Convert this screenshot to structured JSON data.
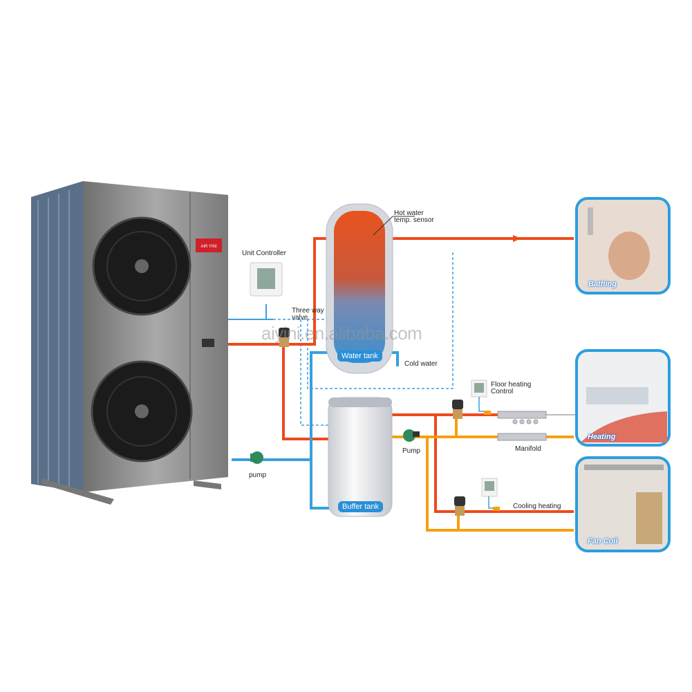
{
  "unit": {
    "brand": "AIR YINI"
  },
  "labels": {
    "unit_controller": "Unit Controller",
    "three_way_valve": "Three way valve",
    "hot_water_sensor": "Hot water temp. sensor",
    "water_tank": "Water tank",
    "cold_water": "Cold water",
    "buffer_tank": "Buffer tank",
    "pump_left": "pump",
    "pump_right": "Pump",
    "floor_heating_control": "Floor heating Control",
    "manifold": "Manifold",
    "cooling_heating": "Cooling heating"
  },
  "photos": {
    "bathing": "Bathing",
    "heating": "Heating",
    "fan_coil": "Fan Coil"
  },
  "watermark": "aiyini.en.alibaba.com",
  "colors": {
    "hot": "#ee4a1c",
    "warm": "#f5a00f",
    "cold": "#3aa0dd",
    "frame": "#2a9ee0"
  }
}
